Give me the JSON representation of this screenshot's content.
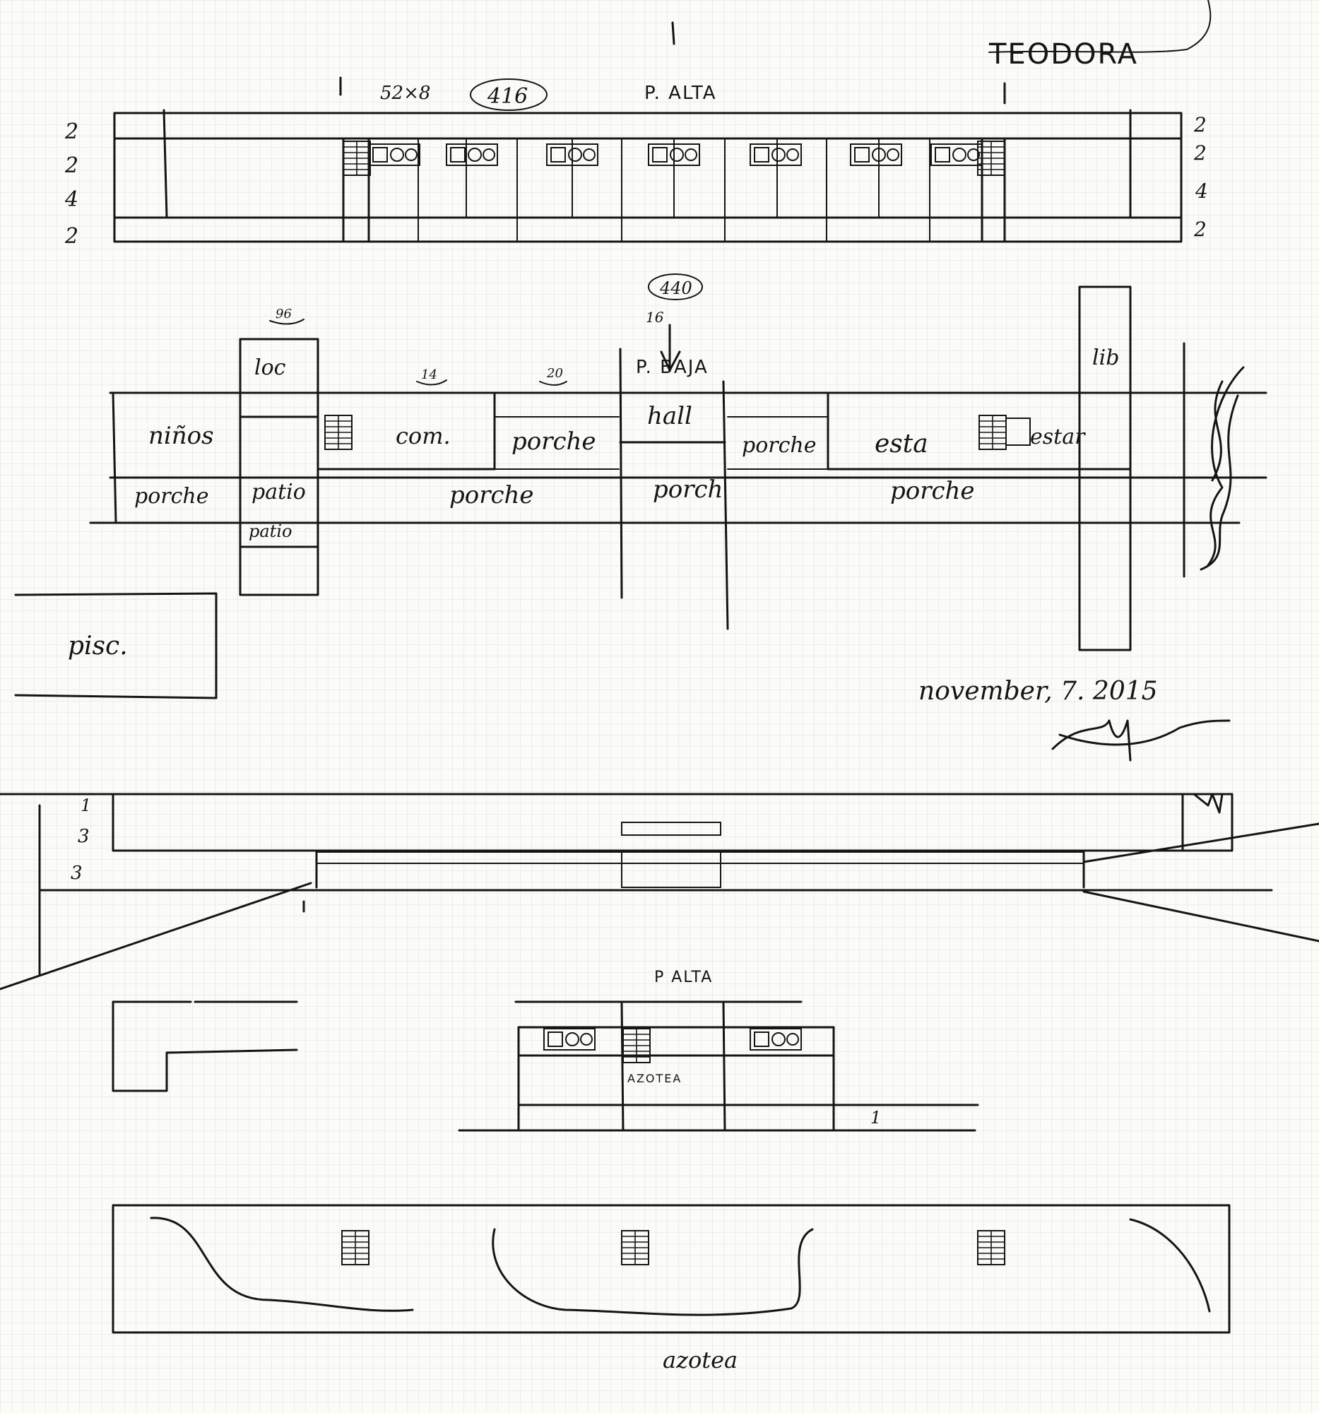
{
  "header": {
    "project": "TEODORA",
    "date": "november, 7. 2015"
  },
  "upper_plan": {
    "title": "P. ALTA",
    "dimensions": "52×8",
    "area": "416",
    "left_dims": [
      "2",
      "2",
      "4",
      "2"
    ],
    "right_dims": [
      "2",
      "2",
      "4",
      "2"
    ]
  },
  "ground_plan": {
    "title": "P. BAJA",
    "area": "440",
    "hall_area": "16",
    "loc_area": "96",
    "com_area": "14",
    "porche_area": "20",
    "labels": {
      "loc": "loc",
      "ninos": "niños",
      "com": "com.",
      "porche_1": "porche",
      "hall": "hall",
      "porche_2": "porche",
      "esta": "esta",
      "estar": "estar",
      "lib": "lib",
      "porche_3": "porche",
      "patio_1": "patio",
      "porche_4": "porche",
      "porch": "porch",
      "porche_5": "porche",
      "patio_2": "patio",
      "pisc": "pisc."
    }
  },
  "section": {
    "dims": [
      "1",
      "3",
      "3"
    ]
  },
  "upper_detail": {
    "title": "P ALTA",
    "label": "AZOTEA",
    "number": "1"
  },
  "roof_plan": {
    "label": "azotea"
  }
}
